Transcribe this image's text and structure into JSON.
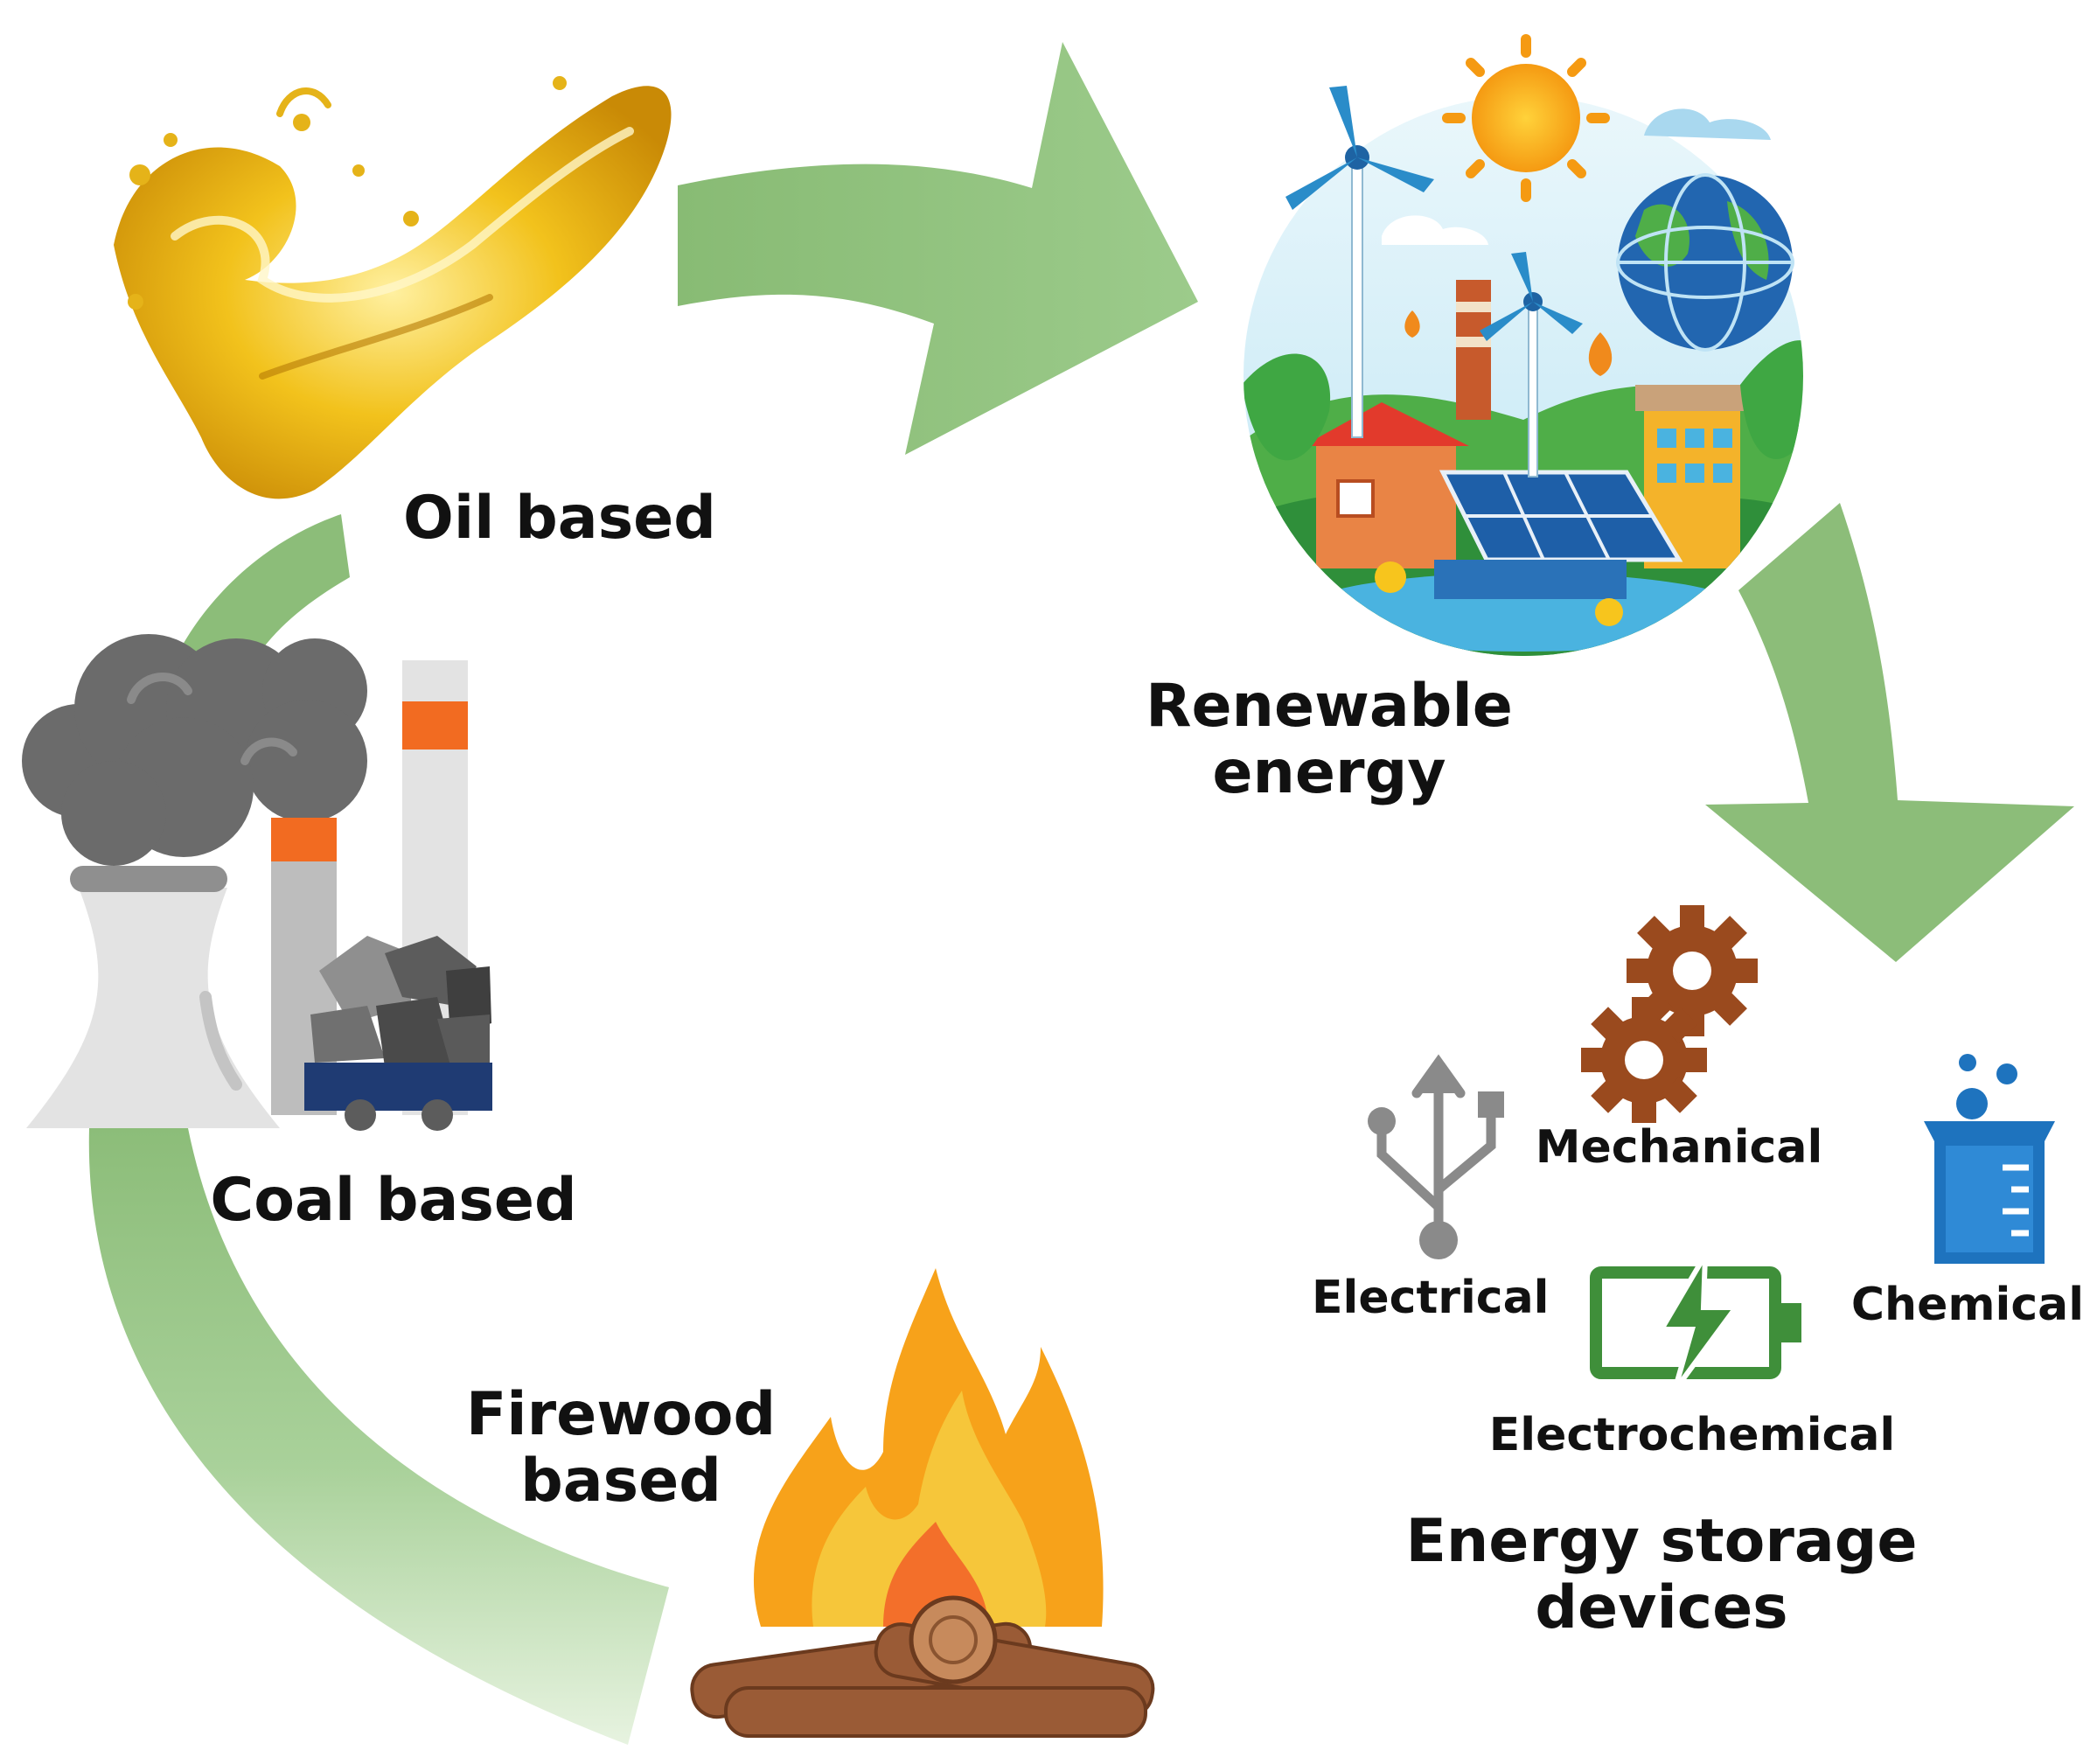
{
  "diagram": {
    "nodes": {
      "oil": {
        "label": "Oil based"
      },
      "coal": {
        "label": "Coal based"
      },
      "firewood": {
        "line1": "Firewood",
        "line2": "based"
      },
      "renewable": {
        "line1": "Renewable",
        "line2": "energy"
      },
      "storage": {
        "line1": "Energy storage",
        "line2": "devices"
      }
    },
    "storage_types": {
      "electrical": "Electrical",
      "mechanical": "Mechanical",
      "chemical": "Chemical",
      "electrochemical": "Electrochemical"
    }
  },
  "colors": {
    "arrow": "#8cbd79",
    "oil": "#e7b415",
    "smoke": "#6b6b6b",
    "chimney_band": "#f26b21",
    "coal_cart": "#1f3b73",
    "fire": "#f7a21a",
    "log": "#9a5b36",
    "gear": "#9a4a1e",
    "battery": "#3f8f3a",
    "usb": "#8a8a8a",
    "beaker": "#1e73be"
  },
  "icons": [
    "oil-splash-icon",
    "renewable-energy-scene-icon",
    "coal-power-plant-icon",
    "campfire-icon",
    "usb-icon",
    "gears-icon",
    "battery-icon",
    "beaker-icon"
  ]
}
